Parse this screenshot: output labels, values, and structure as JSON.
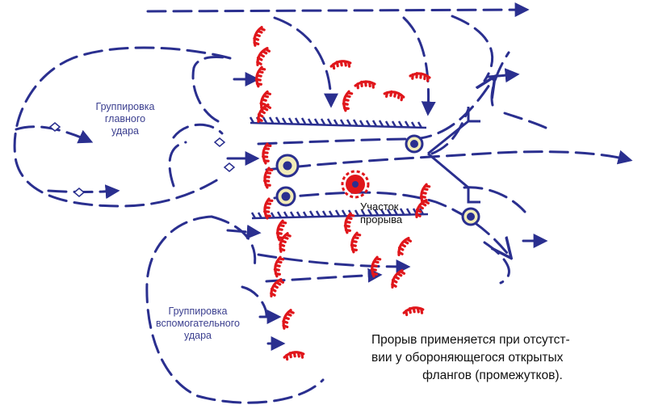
{
  "labels": {
    "main_group": [
      "Группировка",
      "главного",
      "удара"
    ],
    "aux_group": [
      "Группировка",
      "вспомогательного",
      "удара"
    ],
    "breakthrough_zone": [
      "Участок",
      "прорыва"
    ]
  },
  "caption": [
    "Прорыв применяется при отсутст-",
    "вии у обороняющегося открытых",
    "флангов (промежутков)."
  ],
  "colors": {
    "friendly": "#2a2f8f",
    "enemy": "#e0161b",
    "unit_fill": "#f2ecb8",
    "text": "#111111"
  },
  "icons": {
    "enemy_position": "enemy-trench-icon",
    "unit": "unit-circle-icon",
    "arrow": "arrow-icon"
  }
}
